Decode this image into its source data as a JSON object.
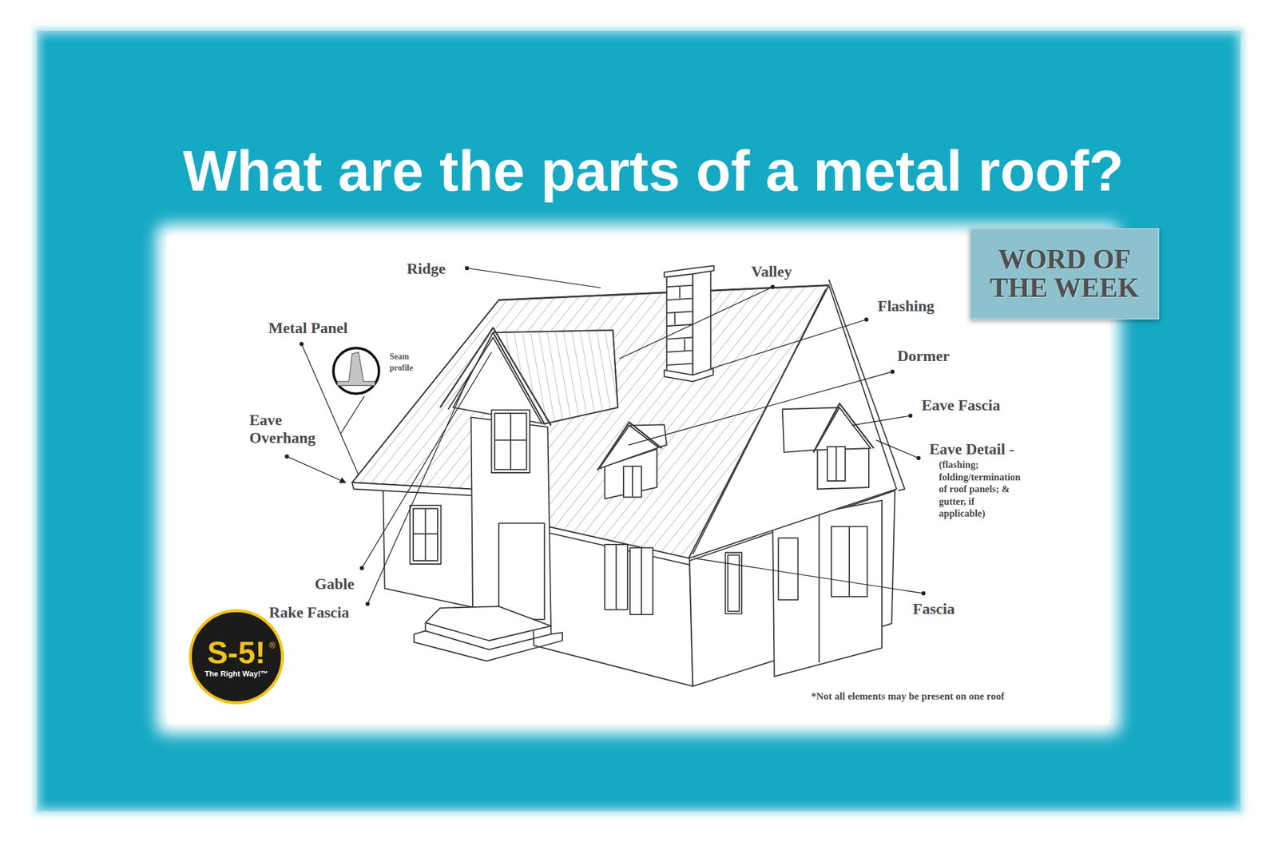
{
  "diagram": {
    "title": "What are the parts of a metal roof?",
    "nodes": [
      {
        "text": [
          "WORD OF THE WEEK"
        ]
      },
      {
        "text": [
          "S-5!",
          "®",
          "The Right Way!™"
        ]
      }
    ],
    "labels": [
      "Ridge",
      "Valley",
      "Metal Panel",
      "Seam profile",
      "Flashing",
      "Dormer",
      "Eave Overhang",
      "Eave Fascia",
      "Eave Detail -",
      "(flashing; folding/termination of roof panels; & gutter, if applicable)",
      "Gable",
      "Fascia",
      "Rake Fascia",
      "*Not all elements may be present on one roof"
    ]
  }
}
